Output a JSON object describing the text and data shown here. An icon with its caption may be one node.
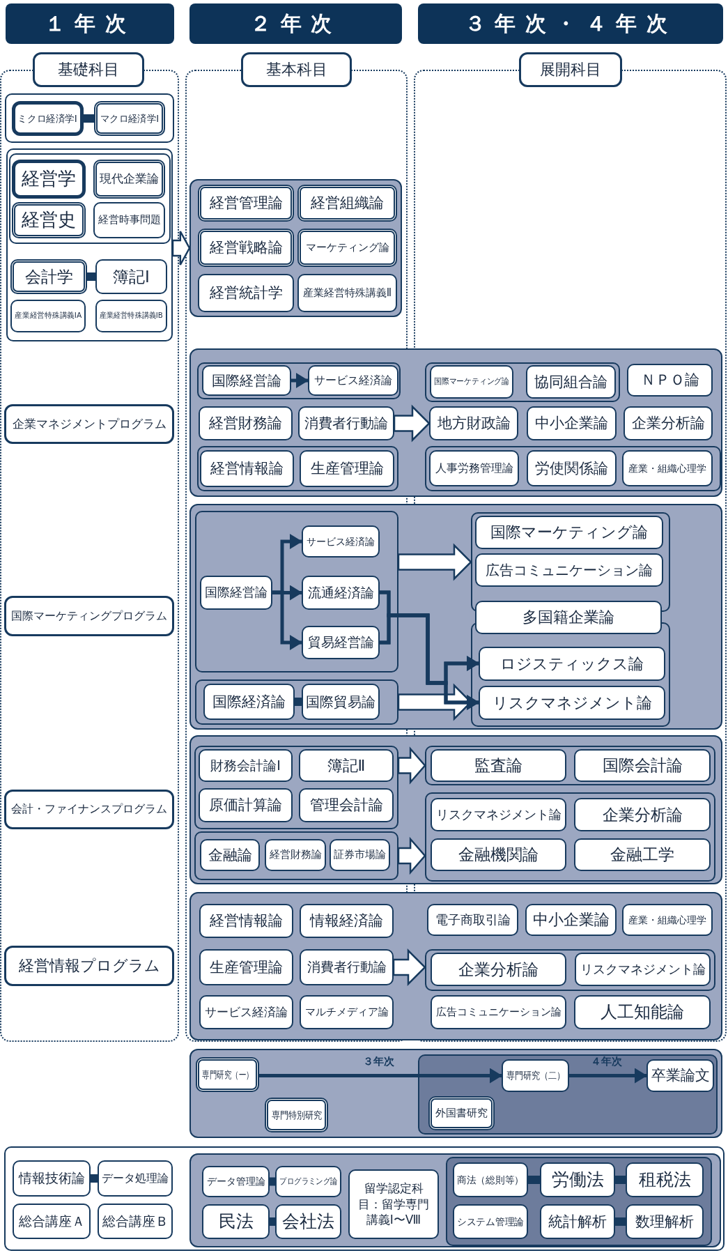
{
  "diagram": {
    "nodes": [
      {
        "text": [
          "１年次"
        ]
      },
      {
        "text": [
          "２年次"
        ]
      },
      {
        "text": [
          "３年次・４年次"
        ]
      },
      {
        "text": [
          "基礎科目"
        ]
      },
      {
        "text": [
          "基本科目"
        ]
      },
      {
        "text": [
          "展開科目"
        ]
      },
      {
        "text": [],
        "shape": "box"
      },
      {
        "text": [
          "ミクロ経済学Ⅰ"
        ],
        "in": 6
      },
      {
        "text": [
          "マクロ経済学Ⅰ"
        ],
        "in": 6
      },
      {
        "text": [],
        "shape": "box"
      },
      {
        "text": [],
        "shape": "box",
        "in": 9
      },
      {
        "text": [
          "経営学"
        ],
        "in": 10
      },
      {
        "text": [
          "現代企業論"
        ],
        "in": 10
      },
      {
        "text": [
          "経営史"
        ],
        "in": 10
      },
      {
        "text": [
          "経営時事問題"
        ],
        "in": 10
      },
      {
        "text": [
          "会計学"
        ],
        "in": 9
      },
      {
        "text": [
          "簿記Ⅰ"
        ],
        "in": 9
      },
      {
        "text": [
          "産業経営特殊講義ⅠA"
        ],
        "in": 9
      },
      {
        "text": [
          "産業経営特殊講義ⅠB"
        ],
        "in": 9
      },
      {
        "text": [],
        "shape": "box"
      },
      {
        "text": [
          "経営管理論"
        ],
        "in": 19
      },
      {
        "text": [
          "経営組織論"
        ],
        "in": 19
      },
      {
        "text": [
          "経営戦略論"
        ],
        "in": 19
      },
      {
        "text": [
          "マーケティング論"
        ],
        "in": 19
      },
      {
        "text": [
          "経営統計学"
        ],
        "in": 19
      },
      {
        "text": [
          "産業経営特殊講義Ⅱ"
        ],
        "in": 19
      },
      {
        "text": [
          "企業マネジメントプログラム"
        ]
      },
      {
        "text": [],
        "shape": "box"
      },
      {
        "text": [],
        "shape": "box",
        "in": 27
      },
      {
        "text": [
          "国際経営論"
        ],
        "in": 28
      },
      {
        "text": [
          "サービス経済論"
        ],
        "in": 28
      },
      {
        "text": [
          "経営財務論"
        ],
        "in": 27
      },
      {
        "text": [
          "消費者行動論"
        ],
        "in": 27
      },
      {
        "text": [],
        "shape": "box",
        "in": 27
      },
      {
        "text": [
          "経営情報論"
        ],
        "in": 33
      },
      {
        "text": [
          "生産管理論"
        ],
        "in": 33
      },
      {
        "text": [],
        "shape": "box",
        "in": 27
      },
      {
        "text": [
          "国際マーケティング論"
        ],
        "in": 36
      },
      {
        "text": [
          "協同組合論"
        ],
        "in": 36
      },
      {
        "text": [
          "ＮＰＯ論"
        ],
        "in": 27
      },
      {
        "text": [
          "地方財政論"
        ],
        "in": 27
      },
      {
        "text": [
          "中小企業論"
        ],
        "in": 27
      },
      {
        "text": [
          "企業分析論"
        ],
        "in": 27
      },
      {
        "text": [],
        "shape": "box",
        "in": 27
      },
      {
        "text": [
          "人事労務管理論"
        ],
        "in": 43
      },
      {
        "text": [
          "労使関係論"
        ],
        "in": 43
      },
      {
        "text": [
          "産業・組織心理学"
        ],
        "in": 43
      },
      {
        "text": [
          "国際マーケティングプログラム"
        ]
      },
      {
        "text": [],
        "shape": "box"
      },
      {
        "text": [],
        "shape": "box",
        "in": 48
      },
      {
        "text": [
          "国際経営論"
        ],
        "in": 49
      },
      {
        "text": [
          "サービス経済論"
        ],
        "in": 49
      },
      {
        "text": [
          "流通経済論"
        ],
        "in": 49
      },
      {
        "text": [
          "貿易経営論"
        ],
        "in": 49
      },
      {
        "text": [],
        "shape": "box",
        "in": 48
      },
      {
        "text": [
          "国際経済論"
        ],
        "in": 54
      },
      {
        "text": [
          "国際貿易論"
        ],
        "in": 54
      },
      {
        "text": [],
        "shape": "box",
        "in": 48
      },
      {
        "text": [
          "国際マーケティング論"
        ],
        "in": 57
      },
      {
        "text": [
          "広告コミュニケーション論"
        ],
        "in": 57
      },
      {
        "text": [
          "多国籍企業論"
        ],
        "in": 48
      },
      {
        "text": [],
        "shape": "box",
        "in": 48
      },
      {
        "text": [
          "ロジスティックス論"
        ],
        "in": 61
      },
      {
        "text": [
          "リスクマネジメント論"
        ],
        "in": 61
      },
      {
        "text": [
          "会計・ファイナンスプログラム"
        ]
      },
      {
        "text": [],
        "shape": "box"
      },
      {
        "text": [],
        "shape": "box",
        "in": 65
      },
      {
        "text": [
          "財務会計論Ⅰ"
        ],
        "in": 66
      },
      {
        "text": [
          "簿記Ⅱ"
        ],
        "in": 66
      },
      {
        "text": [
          "原価計算論"
        ],
        "in": 66
      },
      {
        "text": [
          "管理会計論"
        ],
        "in": 66
      },
      {
        "text": [],
        "shape": "box",
        "in": 65
      },
      {
        "text": [
          "金融論"
        ],
        "in": 71
      },
      {
        "text": [
          "経営財務論"
        ],
        "in": 71
      },
      {
        "text": [
          "証券市場論"
        ],
        "in": 71
      },
      {
        "text": [],
        "shape": "box",
        "in": 65
      },
      {
        "text": [
          "監査論"
        ],
        "in": 75
      },
      {
        "text": [
          "国際会計論"
        ],
        "in": 75
      },
      {
        "text": [],
        "shape": "box",
        "in": 65
      },
      {
        "text": [
          "リスクマネジメント論"
        ],
        "in": 78
      },
      {
        "text": [
          "企業分析論"
        ],
        "in": 78
      },
      {
        "text": [
          "金融機関論"
        ],
        "in": 78
      },
      {
        "text": [
          "金融工学"
        ],
        "in": 78
      },
      {
        "text": [
          "経営情報プログラム"
        ]
      },
      {
        "text": [],
        "shape": "box"
      },
      {
        "text": [
          "経営情報論"
        ],
        "in": 84
      },
      {
        "text": [
          "情報経済論"
        ],
        "in": 84
      },
      {
        "text": [
          "生産管理論"
        ],
        "in": 84
      },
      {
        "text": [
          "消費者行動論"
        ],
        "in": 84
      },
      {
        "text": [
          "サービス経済論"
        ],
        "in": 84
      },
      {
        "text": [
          "マルチメディア論"
        ],
        "in": 84
      },
      {
        "text": [
          "電子商取引論"
        ],
        "in": 84
      },
      {
        "text": [
          "中小企業論"
        ],
        "in": 84
      },
      {
        "text": [
          "産業・組織心理学"
        ],
        "in": 84
      },
      {
        "text": [],
        "shape": "box",
        "in": 84
      },
      {
        "text": [
          "企業分析論"
        ],
        "in": 94
      },
      {
        "text": [
          "リスクマネジメント論"
        ],
        "in": 94
      },
      {
        "text": [
          "広告コミュニケーション論"
        ],
        "in": 84
      },
      {
        "text": [
          "人工知能論"
        ],
        "in": 84
      },
      {
        "text": [],
        "shape": "box"
      },
      {
        "text": [
          "専門研究（一）"
        ],
        "in": 99
      },
      {
        "text": [
          "専門特別研究"
        ],
        "in": 99
      },
      {
        "text": [],
        "shape": "box",
        "in": 99
      },
      {
        "text": [
          "専門研究（二）"
        ],
        "in": 102
      },
      {
        "text": [
          "卒業論文"
        ],
        "in": 102
      },
      {
        "text": [
          "外国書研究"
        ],
        "in": 102
      },
      {
        "text": [],
        "shape": "box"
      },
      {
        "text": [
          "情報技術論"
        ],
        "in": 106
      },
      {
        "text": [
          "データ処理論"
        ],
        "in": 106
      },
      {
        "text": [
          "総合講座Ａ"
        ],
        "in": 106
      },
      {
        "text": [
          "総合講座Ｂ"
        ],
        "in": 106
      },
      {
        "text": [],
        "shape": "box",
        "in": 106
      },
      {
        "text": [
          "データ管理論"
        ],
        "in": 111
      },
      {
        "text": [
          "プログラミング論"
        ],
        "in": 111
      },
      {
        "text": [
          "民法"
        ],
        "in": 111
      },
      {
        "text": [
          "会社法"
        ],
        "in": 111
      },
      {
        "text": [
          "留学認定科目：留学専門講義Ⅰ〜Ⅷ"
        ],
        "in": 111
      },
      {
        "text": [],
        "shape": "box",
        "in": 111
      },
      {
        "text": [
          "商法（総則等）"
        ],
        "in": 117
      },
      {
        "text": [
          "労働法"
        ],
        "in": 117
      },
      {
        "text": [
          "租税法"
        ],
        "in": 117
      },
      {
        "text": [
          "システム管理論"
        ],
        "in": 117
      },
      {
        "text": [
          "統計解析"
        ],
        "in": 117
      },
      {
        "text": [
          "数理解析"
        ],
        "in": 117
      }
    ],
    "edges": [
      {
        "from": 7,
        "to": 8,
        "arrow": "none",
        "style": "thick"
      },
      {
        "from": 15,
        "to": 16,
        "arrow": "none",
        "style": "thick"
      },
      {
        "from": 9,
        "to": 19,
        "arrow": "to",
        "style": "thick",
        "color": "#ffffff"
      },
      {
        "from": 29,
        "to": 30,
        "arrow": "to"
      },
      {
        "from": 32,
        "to": 40,
        "arrow": "to",
        "style": "thick",
        "color": "#ffffff"
      },
      {
        "from": 50,
        "to": 51,
        "arrow": "to"
      },
      {
        "from": 50,
        "to": 52,
        "arrow": "to"
      },
      {
        "from": 50,
        "to": 53,
        "arrow": "to"
      },
      {
        "from": 55,
        "to": 56,
        "arrow": "none",
        "style": "thick"
      },
      {
        "from": 49,
        "to": 57,
        "arrow": "to",
        "style": "thick",
        "color": "#ffffff"
      },
      {
        "from": 54,
        "to": 61,
        "arrow": "to",
        "style": "thick",
        "color": "#ffffff"
      },
      {
        "from": 52,
        "to": 62,
        "arrow": "to"
      },
      {
        "from": 52,
        "to": 63,
        "arrow": "to"
      },
      {
        "from": 53,
        "to": 62,
        "arrow": "to"
      },
      {
        "from": 53,
        "to": 63,
        "arrow": "to"
      },
      {
        "from": 66,
        "to": 75,
        "arrow": "to",
        "style": "thick",
        "color": "#ffffff"
      },
      {
        "from": 71,
        "to": 78,
        "arrow": "to",
        "style": "thick",
        "color": "#ffffff"
      },
      {
        "from": 88,
        "to": 94,
        "arrow": "to",
        "style": "thick",
        "color": "#ffffff"
      },
      {
        "from": 100,
        "to": 103,
        "arrow": "to",
        "label": "３年次"
      },
      {
        "from": 103,
        "to": 104,
        "arrow": "to",
        "label": "４年次"
      },
      {
        "from": 107,
        "to": 108,
        "arrow": "none",
        "style": "thick"
      },
      {
        "from": 112,
        "to": 113,
        "arrow": "none",
        "style": "thick"
      },
      {
        "from": 114,
        "to": 115,
        "arrow": "none",
        "style": "thick"
      },
      {
        "from": 118,
        "to": 119,
        "arrow": "none",
        "style": "thick"
      },
      {
        "from": 119,
        "to": 120,
        "arrow": "none",
        "style": "thick"
      },
      {
        "from": 122,
        "to": 123,
        "arrow": "none",
        "style": "thick"
      }
    ]
  }
}
